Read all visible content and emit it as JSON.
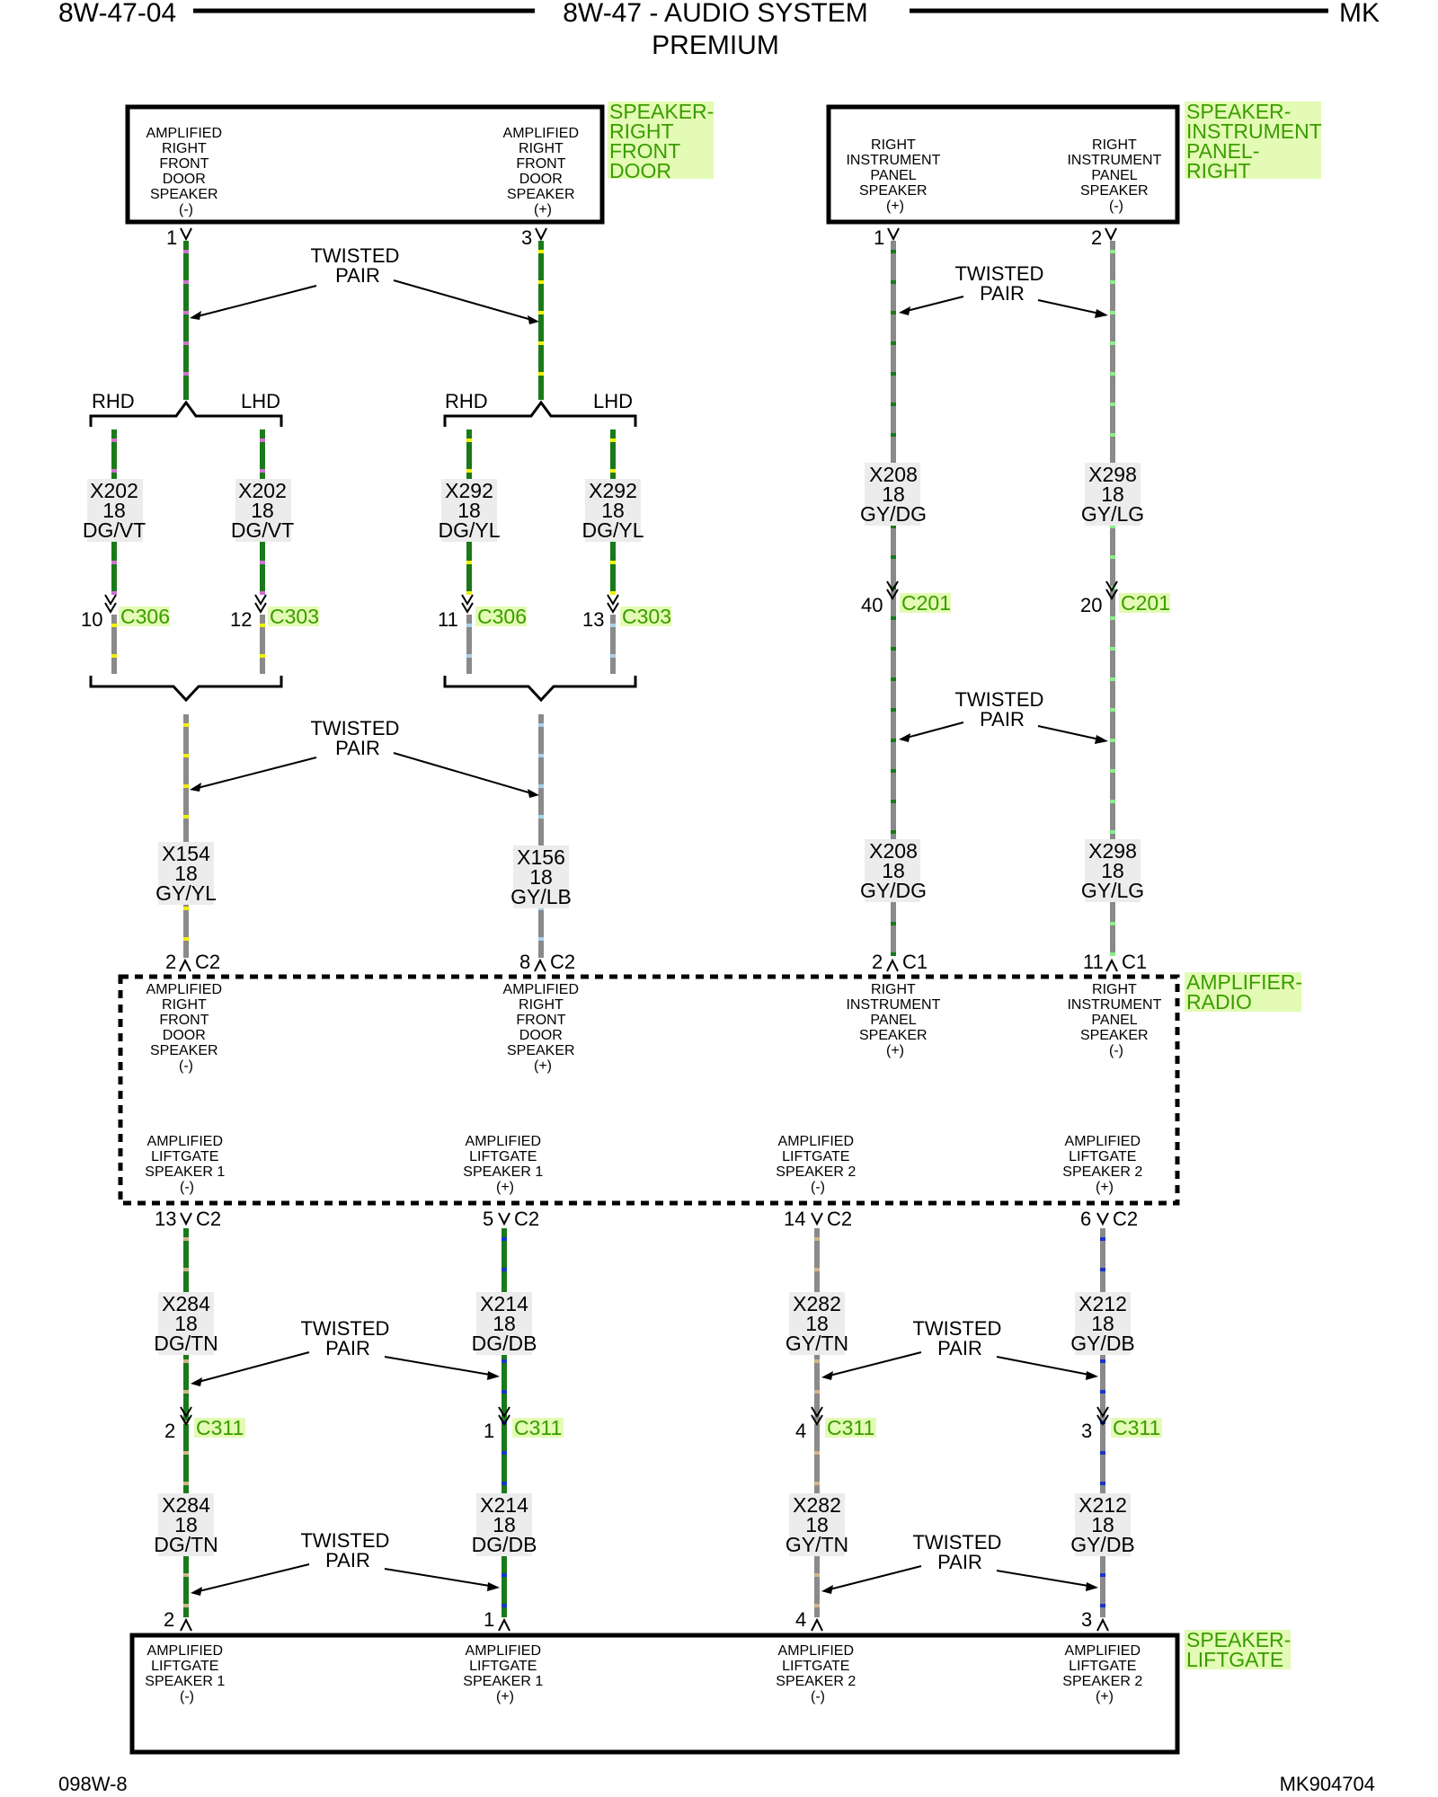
{
  "header": {
    "page_code": "8W-47-04",
    "title_line1": "8W-47 - AUDIO SYSTEM",
    "title_line2": "PREMIUM",
    "model": "MK"
  },
  "footer": {
    "left_code": "098W-8",
    "right_code": "MK904704"
  },
  "components": {
    "speaker_rf_door": {
      "name": [
        "SPEAKER-",
        "RIGHT",
        "FRONT",
        "DOOR"
      ],
      "pin_neg": [
        "AMPLIFIED",
        "RIGHT",
        "FRONT",
        "DOOR",
        "SPEAKER",
        "(-)"
      ],
      "pin_pos": [
        "AMPLIFIED",
        "RIGHT",
        "FRONT",
        "DOOR",
        "SPEAKER",
        "(+)"
      ]
    },
    "speaker_ip_right": {
      "name": [
        "SPEAKER-",
        "INSTRUMENT",
        "PANEL-",
        "RIGHT"
      ],
      "pin_pos": [
        "RIGHT",
        "INSTRUMENT",
        "PANEL",
        "SPEAKER",
        "(+)"
      ],
      "pin_neg": [
        "RIGHT",
        "INSTRUMENT",
        "PANEL",
        "SPEAKER",
        "(-)"
      ]
    },
    "amplifier": {
      "name": [
        "AMPLIFIER-",
        "RADIO"
      ],
      "top_pins": [
        [
          "AMPLIFIED",
          "RIGHT",
          "FRONT",
          "DOOR",
          "SPEAKER",
          "(-)"
        ],
        [
          "AMPLIFIED",
          "RIGHT",
          "FRONT",
          "DOOR",
          "SPEAKER",
          "(+)"
        ],
        [
          "RIGHT",
          "INSTRUMENT",
          "PANEL",
          "SPEAKER",
          "(+)"
        ],
        [
          "RIGHT",
          "INSTRUMENT",
          "PANEL",
          "SPEAKER",
          "(-)"
        ]
      ],
      "bottom_pins": [
        [
          "AMPLIFIED",
          "LIFTGATE",
          "SPEAKER 1",
          "(-)"
        ],
        [
          "AMPLIFIED",
          "LIFTGATE",
          "SPEAKER 1",
          "(+)"
        ],
        [
          "AMPLIFIED",
          "LIFTGATE",
          "SPEAKER 2",
          "(-)"
        ],
        [
          "AMPLIFIED",
          "LIFTGATE",
          "SPEAKER 2",
          "(+)"
        ]
      ]
    },
    "speaker_liftgate": {
      "name": [
        "SPEAKER-",
        "LIFTGATE"
      ],
      "pins": [
        [
          "AMPLIFIED",
          "LIFTGATE",
          "SPEAKER 1",
          "(-)"
        ],
        [
          "AMPLIFIED",
          "LIFTGATE",
          "SPEAKER 1",
          "(+)"
        ],
        [
          "AMPLIFIED",
          "LIFTGATE",
          "SPEAKER 2",
          "(-)"
        ],
        [
          "AMPLIFIED",
          "LIFTGATE",
          "SPEAKER 2",
          "(+)"
        ]
      ]
    }
  },
  "common": {
    "twisted_pair": [
      "TWISTED",
      "PAIR"
    ],
    "rhd": "RHD",
    "lhd": "LHD",
    "gauge": "18"
  },
  "pins": {
    "rfd_1": "1",
    "rfd_3": "3",
    "ip_1": "1",
    "ip_2": "2",
    "amp_c2_2": "2",
    "amp_c2_8": "8",
    "amp_c1_2": "2",
    "amp_c1_11": "11",
    "amp_c2_13": "13",
    "amp_c2_5": "5",
    "amp_c2_14": "14",
    "amp_c2_6": "6",
    "lg_2": "2",
    "lg_1": "1",
    "lg_4": "4",
    "lg_3": "3"
  },
  "connectors": {
    "c2": "C2",
    "c1": "C1",
    "c306": "C306",
    "c303": "C303",
    "c201": "C201",
    "c311": "C311",
    "c306_pin_a": "10",
    "c303_pin_a": "12",
    "c306_pin_b": "11",
    "c303_pin_b": "13",
    "c201_pin_a": "40",
    "c201_pin_b": "20",
    "c311_pin_a": "2",
    "c311_pin_b": "1",
    "c311_pin_c": "4",
    "c311_pin_d": "3"
  },
  "circuits": {
    "x202": {
      "id": "X202",
      "color": "DG/VT"
    },
    "x292": {
      "id": "X292",
      "color": "DG/YL"
    },
    "x208": {
      "id": "X208",
      "color": "GY/DG"
    },
    "x298": {
      "id": "X298",
      "color": "GY/LG"
    },
    "x154": {
      "id": "X154",
      "color": "GY/YL"
    },
    "x156": {
      "id": "X156",
      "color": "GY/LB"
    },
    "x284": {
      "id": "X284",
      "color": "DG/TN"
    },
    "x214": {
      "id": "X214",
      "color": "DG/DB"
    },
    "x282": {
      "id": "X282",
      "color": "GY/TN"
    },
    "x212": {
      "id": "X212",
      "color": "GY/DB"
    }
  },
  "wire_colors": {
    "DG": "#1a7a1a",
    "GY": "#8a8a8a",
    "VT": "#d070d0",
    "YL": "#f0f000",
    "LG": "#88ee88",
    "LB": "#a8d0e8",
    "DB": "#1a33cc",
    "TN": "#d2b48c"
  }
}
